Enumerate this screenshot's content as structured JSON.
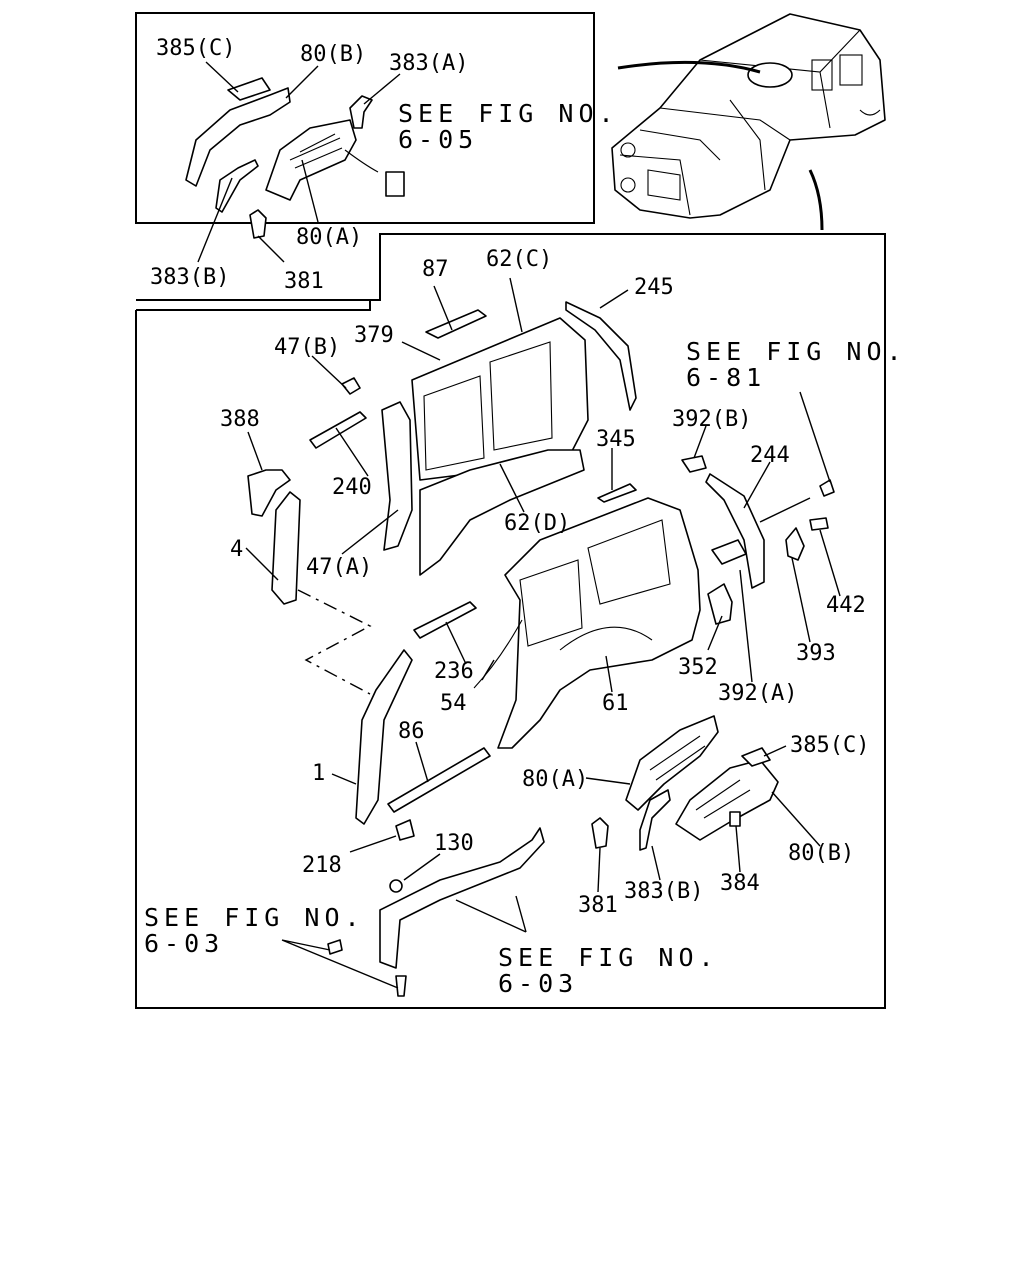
{
  "labels": {
    "inset_385c": "385(C)",
    "inset_80b": "80(B)",
    "inset_383a": "383(A)",
    "inset_383b": "383(B)",
    "inset_80a": "80(A)",
    "inset_381": "381",
    "p87": "87",
    "p62c": "62(C)",
    "p245": "245",
    "p379": "379",
    "p47b": "47(B)",
    "p388": "388",
    "p240": "240",
    "p345": "345",
    "p392b": "392(B)",
    "p244": "244",
    "p62d": "62(D)",
    "p47a": "47(A)",
    "p4": "4",
    "p236": "236",
    "p54": "54",
    "p61": "61",
    "p352": "352",
    "p392a": "392(A)",
    "p393": "393",
    "p442": "442",
    "p86": "86",
    "p1": "1",
    "p80a": "80(A)",
    "p385c": "385(C)",
    "p218": "218",
    "p130": "130",
    "p381": "381",
    "p383b": "383(B)",
    "p384": "384",
    "p80b": "80(B)"
  },
  "refs": {
    "fig_605_line1": "SEE FIG NO.",
    "fig_605_line2": "6-05",
    "fig_681_line1": "SEE FIG NO.",
    "fig_681_line2": "6-81",
    "fig_603_left_line1": "SEE FIG NO.",
    "fig_603_left_line2": "6-03",
    "fig_603_right_line1": "SEE FIG NO.",
    "fig_603_right_line2": "6-03"
  }
}
